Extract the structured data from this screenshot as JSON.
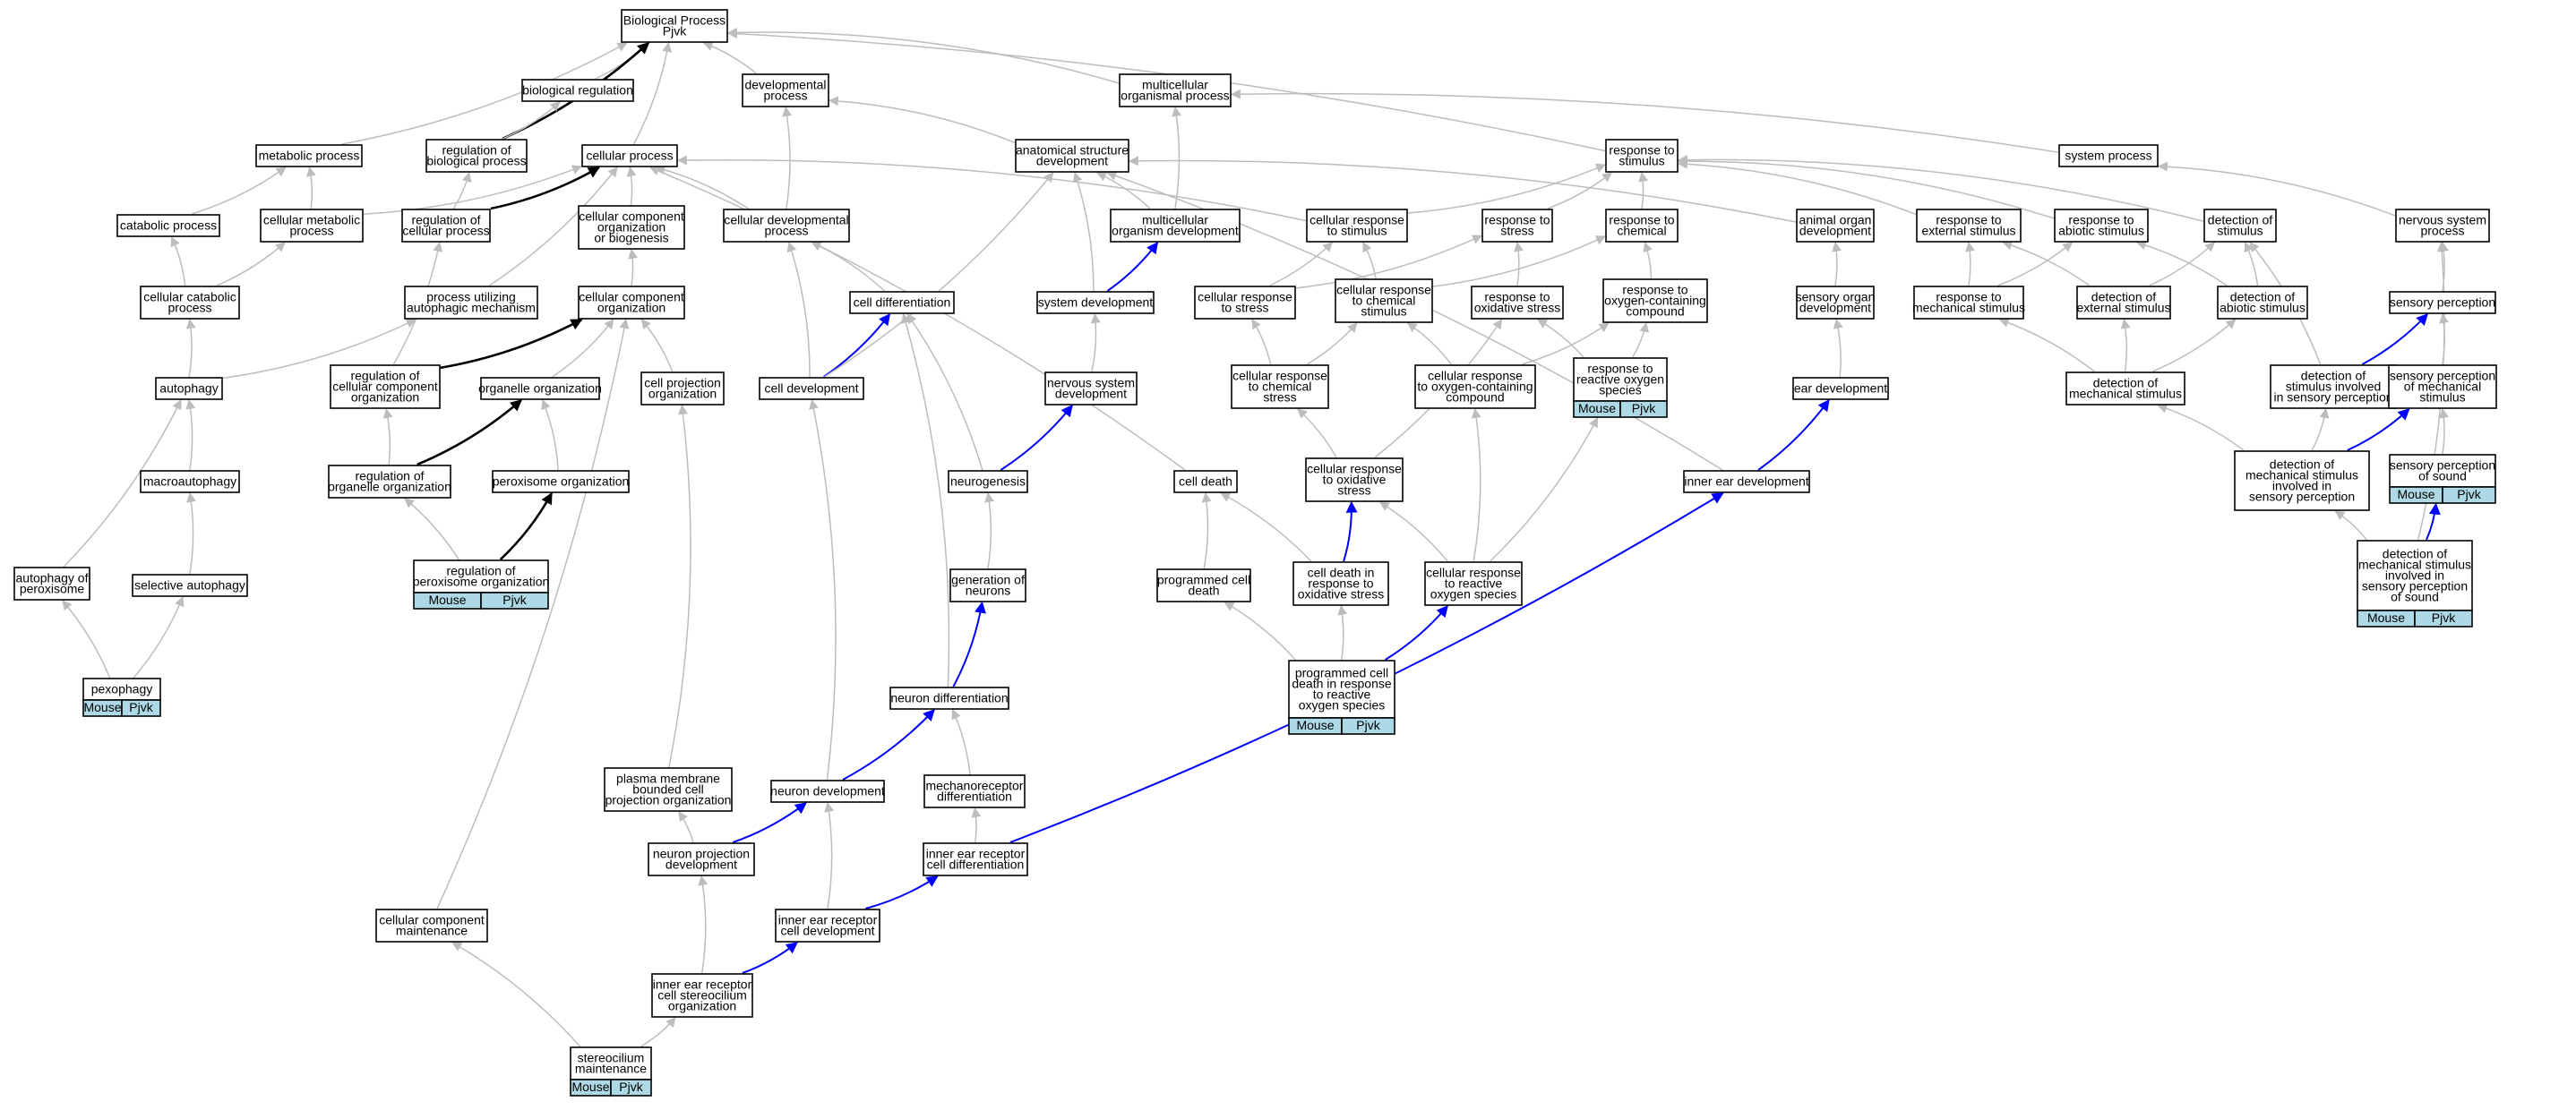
{
  "colors": {
    "gray_edge": "#bdbdbd",
    "black_edge": "#000000",
    "blue_edge": "#0000ff",
    "annotation_fill": "#add8e6"
  },
  "nodes": {
    "root": "Biological Process\nPjvk",
    "bio_reg": "biological regulation",
    "dev_proc": "developmental\nprocess",
    "multi_proc": "multicellular\norganismal process",
    "metab": "metabolic process",
    "reg_bio": "regulation of\nbiological process",
    "cell_proc": "cellular process",
    "anat_dev": "anatomical structure\ndevelopment",
    "resp_stim": "response to\nstimulus",
    "sys_proc": "system process",
    "catab": "catabolic process",
    "cell_metab": "cellular metabolic\nprocess",
    "reg_cell_proc": "regulation of\ncellular process",
    "cc_org_bio": "cellular component\norganization\nor biogenesis",
    "cell_dev_proc": "cellular developmental\nprocess",
    "multi_org_dev": "multicellular\norganism development",
    "cell_resp_stim": "cellular response\nto stimulus",
    "resp_stress": "response to\nstress",
    "resp_chem": "response to\nchemical",
    "animal_organ_dev": "animal organ\ndevelopment",
    "resp_ext": "response to\nexternal stimulus",
    "resp_abiotic": "response to\nabiotic stimulus",
    "detect_stim": "detection of\nstimulus",
    "ns_proc": "nervous system\nprocess",
    "cell_catab": "cellular catabolic\nprocess",
    "proc_autoph": "process utilizing\nautophagic mechanism",
    "cc_org": "cellular component\norganization",
    "cell_diff": "cell differentiation",
    "sys_dev": "system development",
    "cell_resp_stress": "cellular response\nto stress",
    "cell_resp_chem_stim": "cellular response\nto chemical\nstimulus",
    "resp_ox_stress": "response to\noxidative stress",
    "resp_oxy_comp": "response to\noxygen-containing\ncompound",
    "sens_organ_dev": "sensory organ\ndevelopment",
    "resp_mech": "response to\nmechanical stimulus",
    "detect_ext": "detection of\nexternal stimulus",
    "detect_abiotic": "detection of\nabiotic stimulus",
    "sens_perc": "sensory perception",
    "autophagy": "autophagy",
    "reg_cc_org": "regulation of\ncellular component\norganization",
    "organelle_org": "organelle organization",
    "cell_proj_org": "cell projection\norganization",
    "cell_dev": "cell development",
    "ns_dev": "nervous system\ndevelopment",
    "cell_resp_chem_stress": "cellular response\nto chemical\nstress",
    "cell_resp_oxy_comp": "cellular response\nto oxygen-containing\ncompound",
    "resp_ros": "response to\nreactive oxygen\nspecies",
    "ear_dev": "ear development",
    "detect_mech": "detection of\nmechanical stimulus",
    "detect_sens_perc": "detection of\nstimulus involved\nin sensory perception",
    "sens_perc_mech": "sensory perception\nof mechanical\nstimulus",
    "macroautophagy": "macroautophagy",
    "reg_organelle_org": "regulation of\norganelle organization",
    "peroxisome_org": "peroxisome organization",
    "neurogenesis": "neurogenesis",
    "cell_death": "cell death",
    "cell_resp_ox_stress": "cellular response\nto oxidative\nstress",
    "inner_ear_dev": "inner ear development",
    "detect_mech_sens": "detection of\nmechanical stimulus\ninvolved in\nsensory perception",
    "sens_perc_sound": "sensory perception\nof sound",
    "autoph_perox": "autophagy of\nperoxisome",
    "sel_autoph": "selective autophagy",
    "reg_perox_org": "regulation of\nperoxisome organization",
    "gen_neurons": "generation of\nneurons",
    "prog_cell_death": "programmed cell\ndeath",
    "cell_death_ox": "cell death in\nresponse to\noxidative stress",
    "cell_resp_ros": "cellular response\nto reactive\noxygen species",
    "detect_mech_sound": "detection of\nmechanical stimulus\ninvolved in\nsensory perception\nof sound",
    "pexophagy": "pexophagy",
    "neuron_diff": "neuron differentiation",
    "pcd_ros": "programmed cell\ndeath in response\nto reactive\noxygen species",
    "pm_proj_org": "plasma membrane\nbounded cell\nprojection organization",
    "neuron_dev": "neuron development",
    "mechano_diff": "mechanoreceptor\ndifferentiation",
    "neuron_proj_dev": "neuron projection\ndevelopment",
    "ie_rec_diff": "inner ear receptor\ncell differentiation",
    "cc_maint": "cellular component\nmaintenance",
    "ie_rec_dev": "inner ear receptor\ncell development",
    "ie_stereo_org": "inner ear receptor\ncell stereocilium\norganization",
    "stereo_maint": "stereocilium\nmaintenance"
  },
  "annotations": {
    "left": "Mouse",
    "right": "Pjvk"
  }
}
